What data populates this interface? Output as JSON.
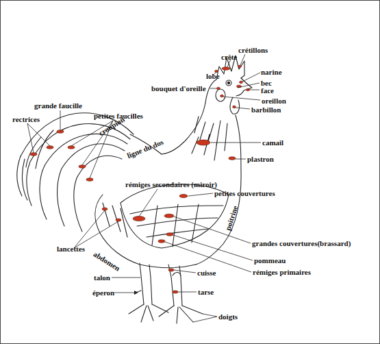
{
  "diagram": {
    "labels": [
      "crête",
      "crétillons",
      "lobe",
      "narine",
      "bouquet d'oreille",
      "bec",
      "face",
      "oreillon",
      "barbillon",
      "grande faucille",
      "petites faucilles",
      "rectrices",
      "croupion",
      "ligne du dos",
      "camail",
      "plastron",
      "rémiges secondaires (miroir)",
      "petites couvertures",
      "poitrine",
      "lancettes",
      "abdomen",
      "grandes couvertures(brassard)",
      "pommeau",
      "rémiges primaires",
      "cuisse",
      "talon",
      "éperon",
      "tarse",
      "doigts"
    ]
  }
}
